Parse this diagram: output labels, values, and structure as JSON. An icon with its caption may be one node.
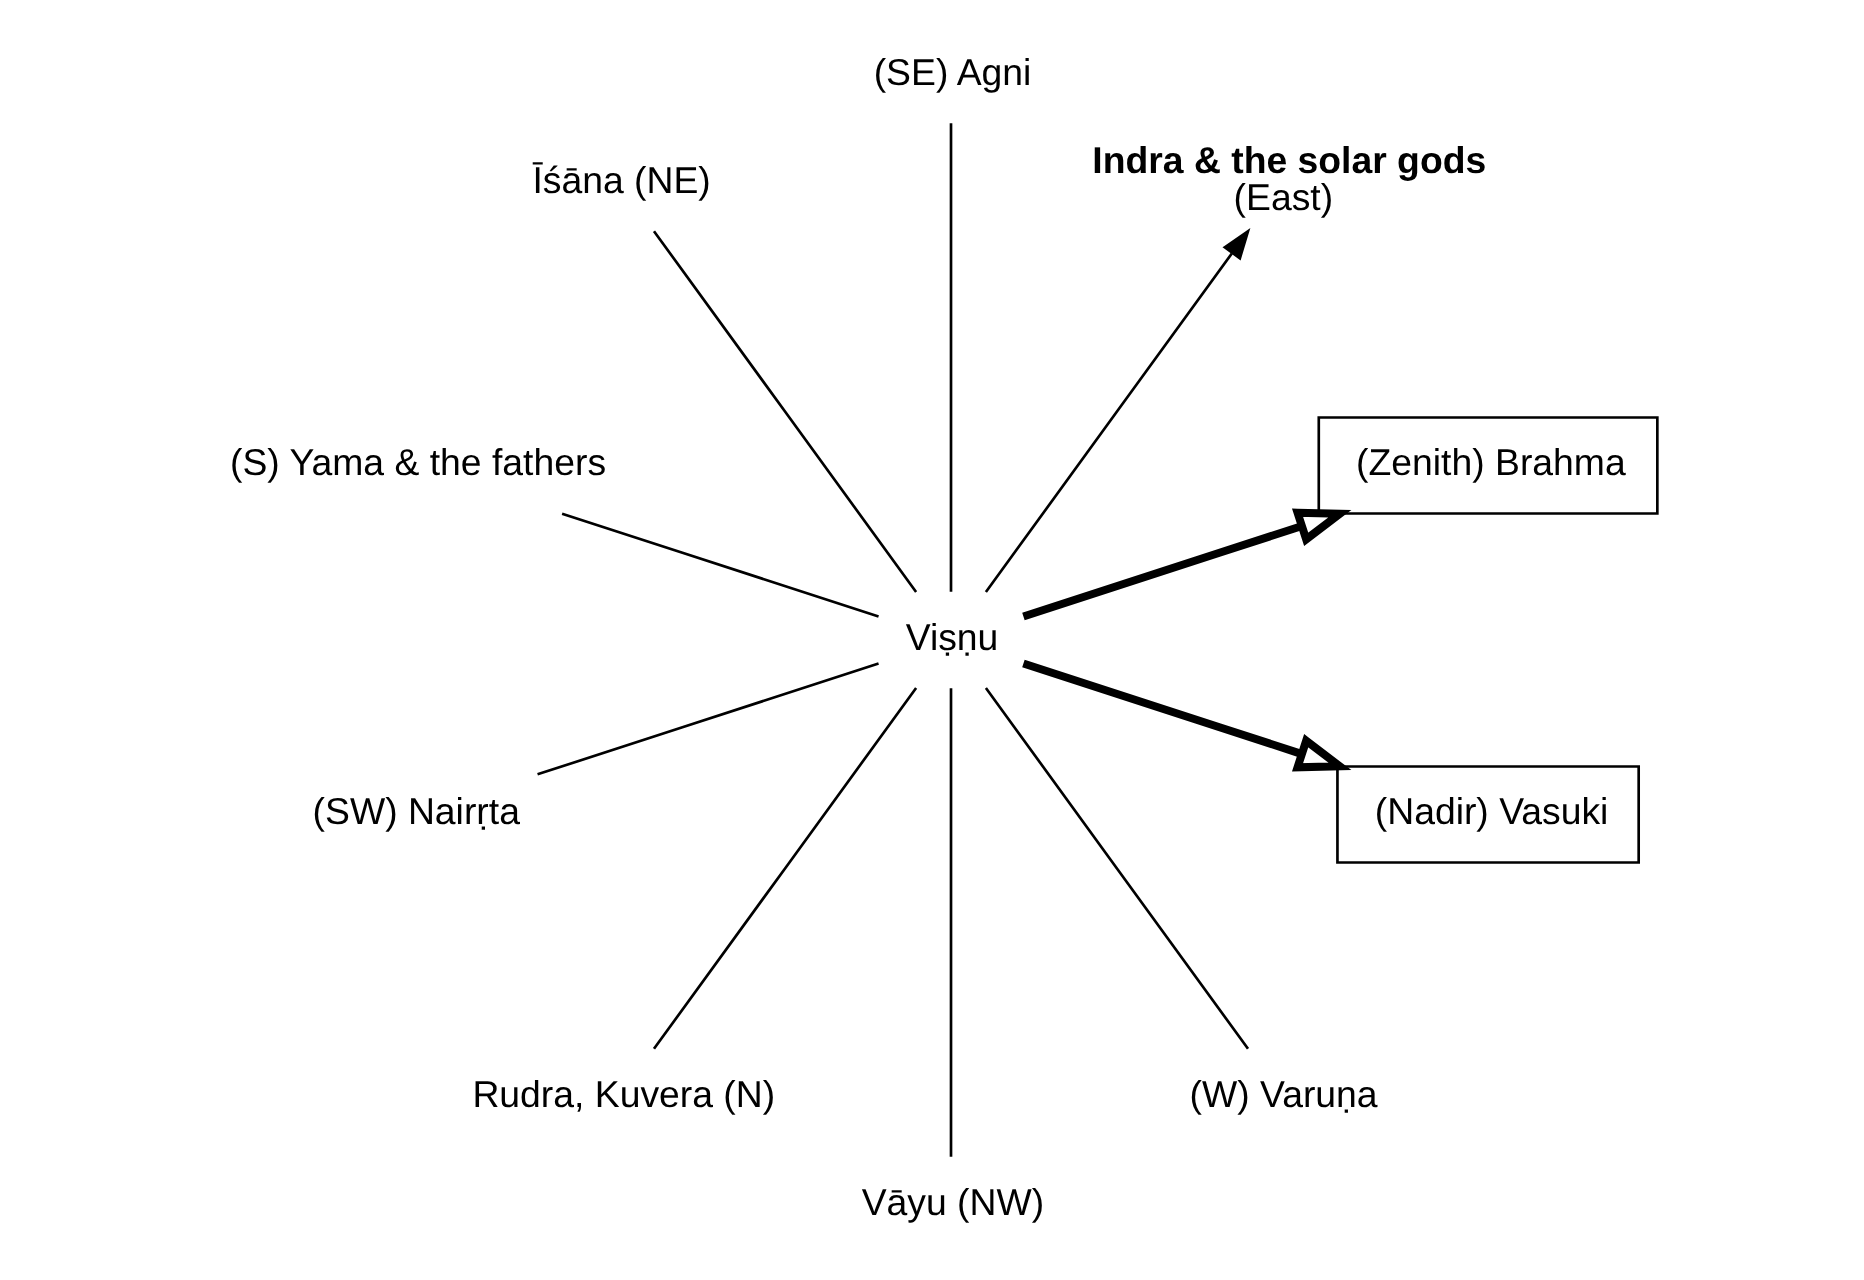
{
  "diagram": {
    "nodes": [
      {
        "text": [
          "(Zenith) Brahma"
        ]
      },
      {
        "text": [
          "Indra & the solar gods",
          "(East)"
        ]
      },
      {
        "text": [
          "(SE) Agni"
        ]
      },
      {
        "text": [
          "Īśāna (NE)"
        ]
      },
      {
        "text": [
          "(S) Yama & the fathers"
        ]
      },
      {
        "text": [
          "Viṣṇu"
        ]
      },
      {
        "text": [
          "(SW) Nairṛta"
        ]
      },
      {
        "text": [
          "Rudra, Kuvera (N)"
        ]
      },
      {
        "text": [
          "Vāyu (NW)"
        ]
      },
      {
        "text": [
          "(W) Varuṇa"
        ]
      },
      {
        "text": [
          "(Nadir) Vasuki"
        ]
      }
    ],
    "edges": [
      {
        "from": 5,
        "to": 0,
        "arrow": "to",
        "style": "thick"
      },
      {
        "from": 5,
        "to": 1,
        "arrow": "to"
      },
      {
        "from": 5,
        "to": 2,
        "arrow": "none"
      },
      {
        "from": 5,
        "to": 3,
        "arrow": "none"
      },
      {
        "from": 5,
        "to": 4,
        "arrow": "none"
      },
      {
        "from": 5,
        "to": 6,
        "arrow": "none"
      },
      {
        "from": 5,
        "to": 7,
        "arrow": "none"
      },
      {
        "from": 5,
        "to": 8,
        "arrow": "none"
      },
      {
        "from": 5,
        "to": 9,
        "arrow": "none"
      },
      {
        "from": 5,
        "to": 10,
        "arrow": "to",
        "style": "thick"
      }
    ]
  }
}
